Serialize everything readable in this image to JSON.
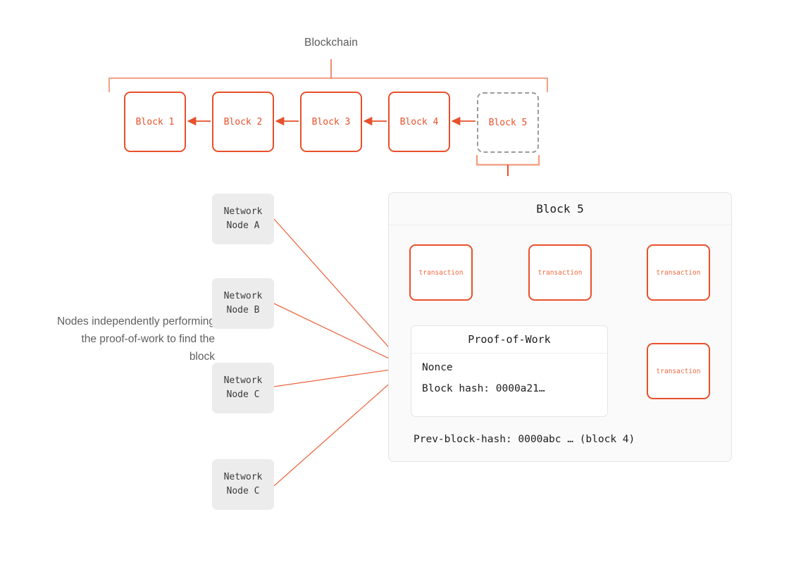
{
  "chain": {
    "title": "Blockchain",
    "blocks": [
      {
        "label": "Block 1",
        "state": "confirmed"
      },
      {
        "label": "Block 2",
        "state": "confirmed"
      },
      {
        "label": "Block 3",
        "state": "confirmed"
      },
      {
        "label": "Block 4",
        "state": "confirmed"
      },
      {
        "label": "Block 5",
        "state": "pending"
      }
    ]
  },
  "nodes": {
    "caption": "Nodes independently performing the proof-of-work to find the block",
    "items": [
      {
        "line1": "Network",
        "line2": "Node A"
      },
      {
        "line1": "Network",
        "line2": "Node B"
      },
      {
        "line1": "Network",
        "line2": "Node C"
      },
      {
        "line1": "Network",
        "line2": "Node C"
      }
    ]
  },
  "panel": {
    "title": "Block 5",
    "transactions": [
      {
        "label": "transaction"
      },
      {
        "label": "transaction"
      },
      {
        "label": "transaction"
      },
      {
        "label": "transaction"
      }
    ],
    "proof_of_work": {
      "title": "Proof-of-Work",
      "nonce_label": "Nonce",
      "block_hash": "Block hash: 0000a21…"
    },
    "prev_block_hash": "Prev-block-hash: 0000abc … (block 4)"
  },
  "colors": {
    "accent": "#e8502a",
    "accent_light": "#f5a186",
    "transaction_text": "#ef6a40",
    "node_chip_bg": "#ececec",
    "panel_bg": "#fafafa",
    "pending_border": "#9a9a9a",
    "text_gray": "#606060",
    "text_dark": "#1d1d1d"
  }
}
